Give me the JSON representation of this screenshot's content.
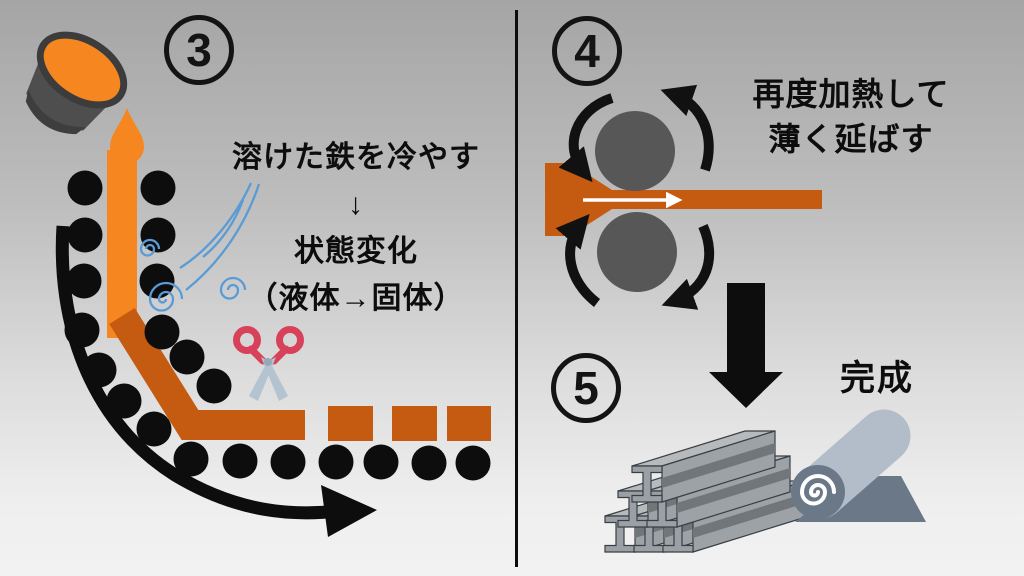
{
  "steps": {
    "step3": {
      "number": "3",
      "description": "溶けた鉄を冷やす\n↓\n状態変化\n（液体→固体）"
    },
    "step4": {
      "number": "4",
      "description": "再度加熱して\n薄く延ばす"
    },
    "step5": {
      "number": "5",
      "label": "完成"
    }
  },
  "icons": {
    "ladle": "ladle-pouring-molten-iron",
    "droplet": "molten-iron-drop",
    "strand": "casting-strand",
    "rollers": "casting-roller-dots",
    "wind": "cooling-wind-gust",
    "scissors": "cutting-scissors",
    "slabs": "cut-steel-slabs",
    "flow_arrow": "process-flow-curved-arrow",
    "mill": "rolling-mill-rollers",
    "feed_arrow": "strip-feed-direction-arrow",
    "down_arrow": "next-step-down-arrow",
    "beams": "h-beam-stack",
    "coil": "steel-sheet-coil",
    "divider": "panel-divider-line"
  },
  "colors": {
    "bright_orange": "#F6861F",
    "dark_orange": "#C55A11",
    "black": "#0d0d0d",
    "ladle_gray": "#4E4E4E",
    "ladle_band": "#3E3E3E",
    "roller_gray": "#575757",
    "wind_blue": "#5B9BD5",
    "scissors_red": "#D8415A",
    "blade_gray": "#B3C4D0",
    "steel_front": "#9AA0A5",
    "steel_top": "#B6BABC",
    "steel_side": "#9DA2A6",
    "steel_groove": "#71767B",
    "coil_light": "#B3BDCA",
    "coil_dark": "#6B7888",
    "white": "#ffffff"
  }
}
